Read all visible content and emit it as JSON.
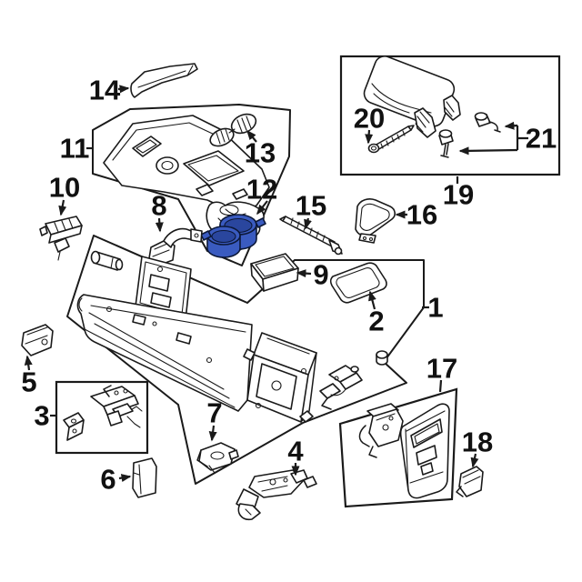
{
  "figure": {
    "type": "exploded-parts-diagram",
    "subject": "center console assembly",
    "highlighted_callout": "12"
  },
  "colors": {
    "background": "#ffffff",
    "line": "#1a1a1a",
    "label": "#111111",
    "highlight": "#3a5bc0",
    "highlight-dark": "#2a469e",
    "highlight-stroke": "#0c1838"
  },
  "callouts": [
    {
      "label": "1"
    },
    {
      "label": "2"
    },
    {
      "label": "3"
    },
    {
      "label": "4"
    },
    {
      "label": "5"
    },
    {
      "label": "6"
    },
    {
      "label": "7"
    },
    {
      "label": "8"
    },
    {
      "label": "9"
    },
    {
      "label": "10"
    },
    {
      "label": "11"
    },
    {
      "label": "12"
    },
    {
      "label": "13"
    },
    {
      "label": "14"
    },
    {
      "label": "15"
    },
    {
      "label": "16"
    },
    {
      "label": "17"
    },
    {
      "label": "18"
    },
    {
      "label": "19"
    },
    {
      "label": "20"
    },
    {
      "label": "21"
    }
  ]
}
